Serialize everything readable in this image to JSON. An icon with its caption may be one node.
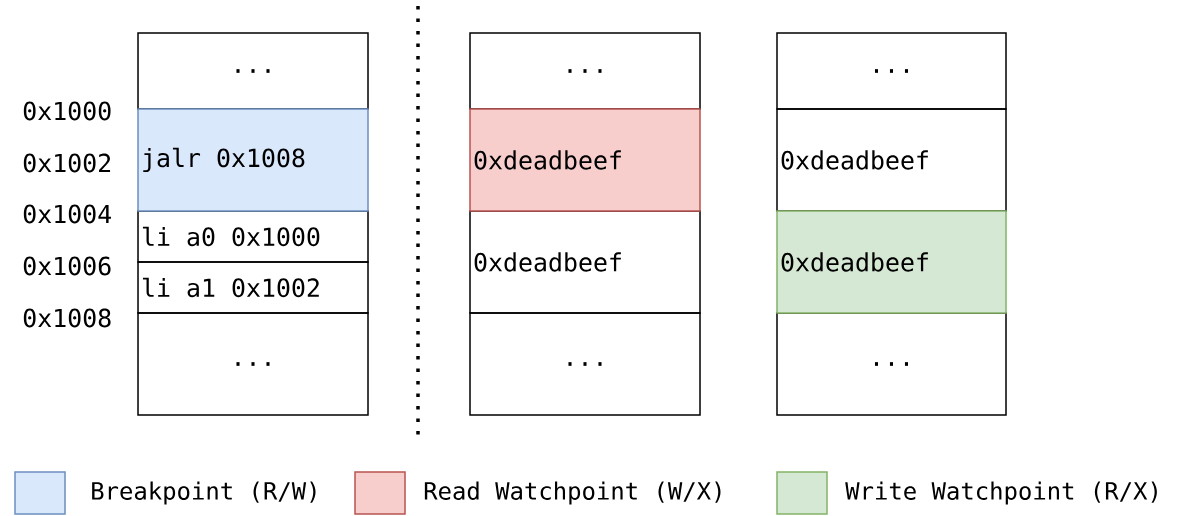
{
  "diagram": {
    "nodes": [
      {
        "text": [
          "..."
        ]
      },
      {
        "text": [
          "jalr 0x1008"
        ]
      },
      {
        "text": [
          "li a0 0x1000"
        ]
      },
      {
        "text": [
          "li a1 0x1002"
        ]
      },
      {
        "text": [
          "..."
        ]
      },
      {
        "text": [
          "..."
        ]
      },
      {
        "text": [
          "0xdeadbeef"
        ]
      },
      {
        "text": [
          "0xdeadbeef"
        ]
      },
      {
        "text": [
          "..."
        ]
      },
      {
        "text": [
          "..."
        ]
      },
      {
        "text": [
          "0xdeadbeef"
        ]
      },
      {
        "text": [
          "0xdeadbeef"
        ]
      },
      {
        "text": [
          "..."
        ]
      }
    ],
    "labels": [
      "0x1000",
      "0x1002",
      "0x1004",
      "0x1006",
      "0x1008"
    ],
    "legend": [
      {
        "text": "Breakpoint (R/W)",
        "color": "#dae8fc"
      },
      {
        "text": "Read Watchpoint (W/X)",
        "color": "#f8cecc"
      },
      {
        "text": "Write Watchpoint (R/X)",
        "color": "#d5e8d4"
      }
    ]
  }
}
